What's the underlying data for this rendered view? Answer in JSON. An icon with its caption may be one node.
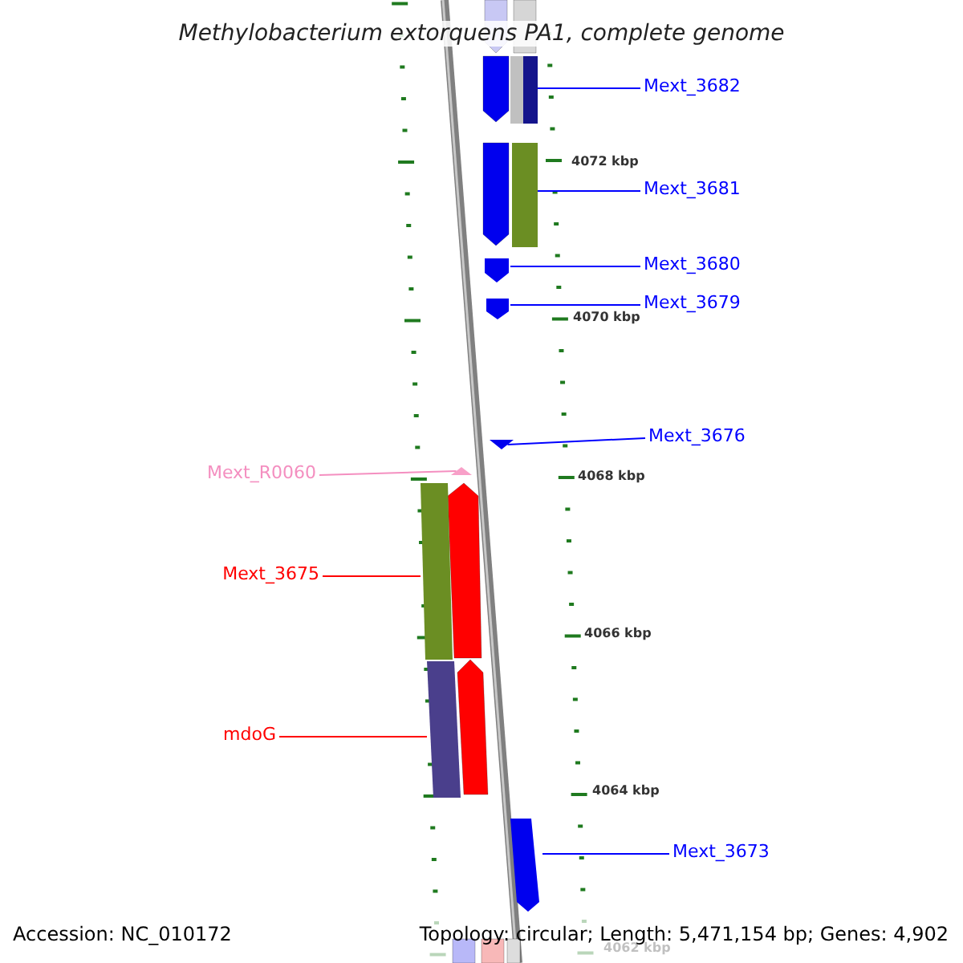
{
  "diagram": {
    "title": "Methylobacterium extorquens PA1, complete genome",
    "nodes": [
      {
        "text": [
          "Mext_3682"
        ]
      },
      {
        "text": [
          "Mext_3681"
        ]
      },
      {
        "text": [
          "Mext_3680"
        ]
      },
      {
        "text": [
          "Mext_3679"
        ]
      },
      {
        "text": [
          "Mext_3676"
        ]
      },
      {
        "text": [
          "Mext_R0060"
        ]
      },
      {
        "text": [
          "Mext_3675"
        ]
      },
      {
        "text": [
          "mdoG"
        ]
      },
      {
        "text": [
          "Mext_3673"
        ]
      },
      {
        "text": [],
        "shape": "bar"
      },
      {
        "text": [],
        "shape": "bar"
      },
      {
        "text": [],
        "shape": "bar"
      },
      {
        "text": [],
        "shape": "bar"
      },
      {
        "text": [],
        "shape": "triangle"
      },
      {
        "text": [],
        "shape": "triangle"
      },
      {
        "text": [],
        "shape": "bar"
      },
      {
        "text": [],
        "shape": "bar"
      },
      {
        "text": [],
        "shape": "bar"
      }
    ],
    "edges": [
      {
        "from": 0,
        "to": 9,
        "arrow": "none"
      },
      {
        "from": 1,
        "to": 10,
        "arrow": "none"
      },
      {
        "from": 2,
        "to": 11,
        "arrow": "none"
      },
      {
        "from": 3,
        "to": 12,
        "arrow": "none"
      },
      {
        "from": 4,
        "to": 13,
        "arrow": "none"
      },
      {
        "from": 5,
        "to": 14,
        "arrow": "none",
        "color": "#f48fc0"
      },
      {
        "from": 6,
        "to": 15,
        "arrow": "none",
        "color": "#ff0000"
      },
      {
        "from": 7,
        "to": 16,
        "arrow": "none",
        "color": "#ff0000"
      },
      {
        "from": 8,
        "to": 17,
        "arrow": "none"
      }
    ],
    "labels": [
      "4072 kbp",
      "4070 kbp",
      "4068 kbp",
      "4066 kbp",
      "4064 kbp",
      "Accession: NC_010172",
      "Topology: circular; Length: 5,471,154 bp; Genes: 4,902",
      "4062 kbp"
    ]
  }
}
